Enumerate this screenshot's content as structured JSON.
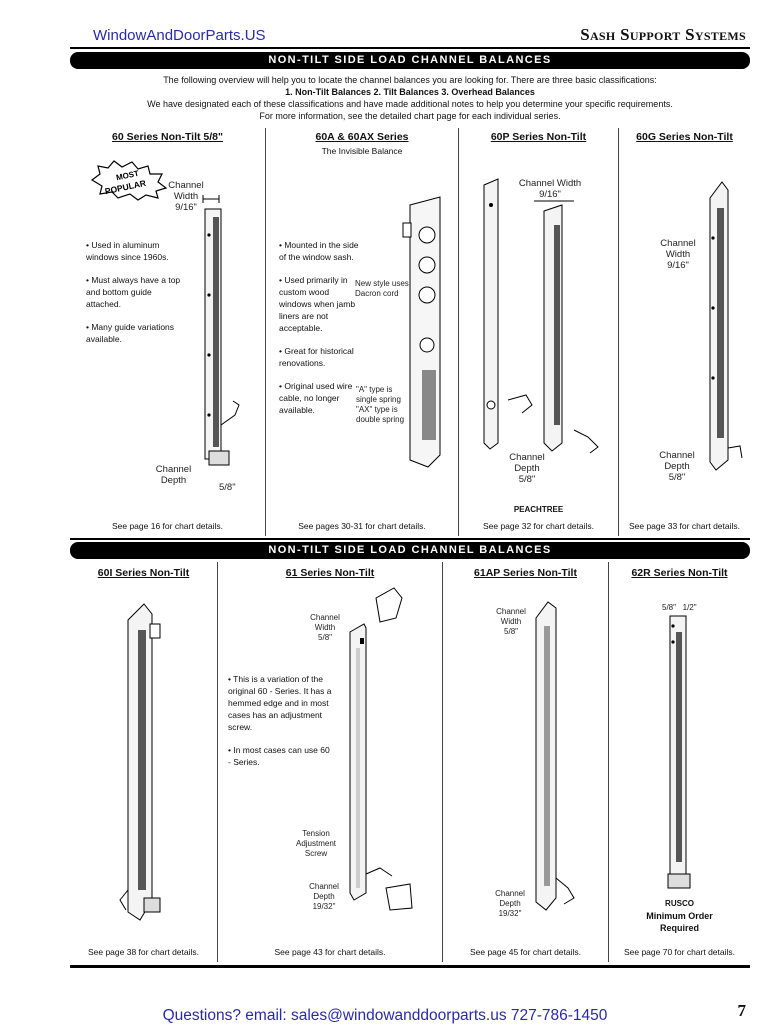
{
  "header": {
    "site": "WindowAndDoorParts.US",
    "brand": "Sash Support Systems"
  },
  "banner1": "NON-TILT SIDE LOAD CHANNEL BALANCES",
  "banner2": "NON-TILT SIDE LOAD CHANNEL BALANCES",
  "intro": {
    "line1": "The following overview will help you to locate the channel balances you are looking for. There are three basic classifications:",
    "line2": "1. Non-Tilt Balances  2. Tilt Balances  3. Overhead Balances",
    "line3": "We have designated each of these classifications and have made additional notes to help you determine your specific requirements.",
    "line4": "For more information, see the detailed chart page for each individual series."
  },
  "row1": [
    {
      "title": "60 Series Non-Tilt 5/8\"",
      "stamp_line1": "MOST",
      "stamp_line2": "POPULAR",
      "label_width": "Channel\nWidth\n9/16\"",
      "label_depth": "Channel\nDepth",
      "label_depth_val": "5/8\"",
      "notes": [
        "• Used in aluminum windows since 1960s.",
        "• Must always have a top and bottom guide attached.",
        "• Many guide variations available."
      ],
      "see": "See page 16 for chart details."
    },
    {
      "title": "60A & 60AX Series",
      "subtitle": "The Invisible Balance",
      "label_new": "New style uses\nDacron cord",
      "label_a": "\"A\" type is\nsingle spring\n\"AX\" type is\ndouble spring",
      "notes": [
        "• Mounted in the side of the window sash.",
        "• Used primarily in custom wood windows when jamb liners are not acceptable.",
        "• Great for historical renovations.",
        "• Original used wire cable, no longer available."
      ],
      "see": "See pages 30-31 for chart details."
    },
    {
      "title": "60P Series Non-Tilt",
      "label_width": "Channel Width\n9/16\"",
      "label_depth": "Channel\nDepth\n5/8\"",
      "maker": "PEACHTREE",
      "see": "See page 32 for chart details."
    },
    {
      "title": "60G Series Non-Tilt",
      "label_width": "Channel\nWidth\n9/16\"",
      "label_depth": "Channel\nDepth\n5/8\"",
      "see": "See page 33 for chart details."
    }
  ],
  "row2": [
    {
      "title": "60I Series Non-Tilt",
      "see": "See page 38 for chart details."
    },
    {
      "title": "61 Series Non-Tilt",
      "label_width": "Channel\nWidth\n5/8\"",
      "label_tension": "Tension\nAdjustment\nScrew",
      "label_depth": "Channel\nDepth\n19/32\"",
      "notes": [
        "• This is a variation of the original 60 - Series. It has a hemmed edge and in most cases has an adjustment screw.",
        "• In most cases can use 60 - Series."
      ],
      "see": "See page 43 for chart details."
    },
    {
      "title": "61AP Series Non-Tilt",
      "label_width": "Channel\nWidth\n5/8\"",
      "label_depth": "Channel\nDepth\n19/32\"",
      "see": "See page 45 for chart details."
    },
    {
      "title": "62R Series Non-Tilt",
      "label_dims": "5/8\"   1/2\"",
      "maker": "RUSCO",
      "min_order": "Minimum Order\nRequired",
      "see": "See page 70 for chart details."
    }
  ],
  "footer": "Questions? email: sales@windowanddoorparts.us  727-786-1450",
  "page_number": "7"
}
